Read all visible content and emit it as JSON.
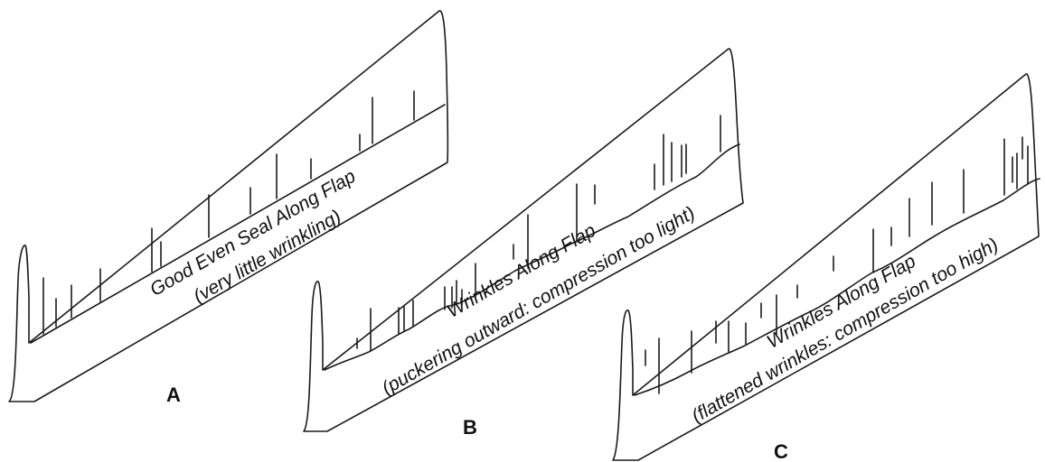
{
  "panels": [
    {
      "letter": "A",
      "line1": "Good Even Seal Along Flap",
      "line2": "(very little wrinkling)"
    },
    {
      "letter": "B",
      "line1": "Wrinkles Along Flap",
      "line2": "(puckering outward: compression too light)"
    },
    {
      "letter": "C",
      "line1": "Wrinkles Along Flap",
      "line2": "(flattened wrinkles: compression too high)"
    }
  ]
}
